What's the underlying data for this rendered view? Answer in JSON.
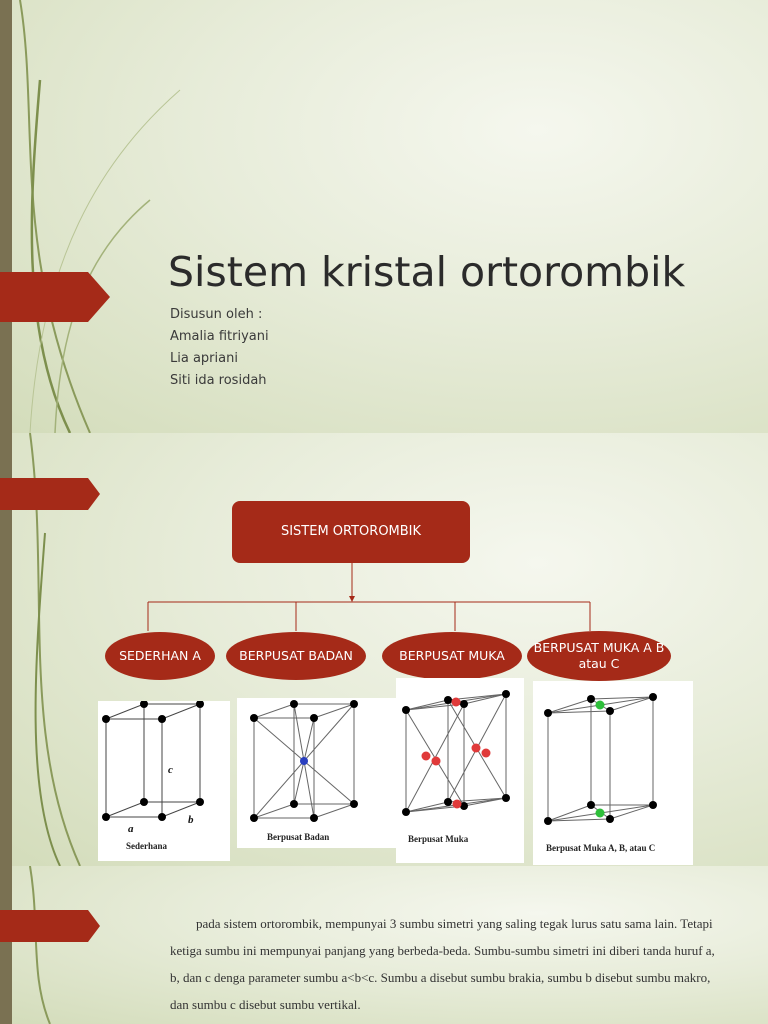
{
  "slide1": {
    "title": "Sistem kristal ortorombik",
    "authors_label": "Disusun oleh :",
    "authors": [
      "Amalia fitriyani",
      "Lia apriani",
      "Siti ida rosidah"
    ]
  },
  "slide2": {
    "root": "SISTEM ORTOROMBIK",
    "branches": [
      {
        "label": "SEDERHANA",
        "display": "SEDERHAN A",
        "caption": "Sederhana"
      },
      {
        "label": "BERPUSAT BADAN",
        "display": "BERPUSAT BADAN",
        "caption": "Berpusat Badan"
      },
      {
        "label": "BERPUSAT MUKA",
        "display": "BERPUSAT MUKA",
        "caption": "Berpusat Muka"
      },
      {
        "label": "BERPUSAT MUKA A B atau C",
        "display": "BERPUSAT MUKA A  B atau C",
        "caption": "Berpusat Muka A, B, atau C"
      }
    ],
    "axis_labels": {
      "a": "a",
      "b": "b",
      "c": "c"
    },
    "colors": {
      "accent": "#a52a18",
      "body_center": "#2a3fbf",
      "face_center": "#e03a3a",
      "ab_face": "#2ebf3a"
    }
  },
  "slide3": {
    "paragraph": "pada sistem ortorombik, mempunyai 3 sumbu simetri yang saling tegak lurus satu sama lain. Tetapi ketiga sumbu ini mempunyai panjang yang berbeda-beda. Sumbu-sumbu simetri ini diberi tanda huruf a, b, dan c denga parameter sumbu a<b<c. Sumbu a disebut sumbu brakia, sumbu b disebut sumbu makro, dan sumbu c disebut sumbu vertikal."
  }
}
